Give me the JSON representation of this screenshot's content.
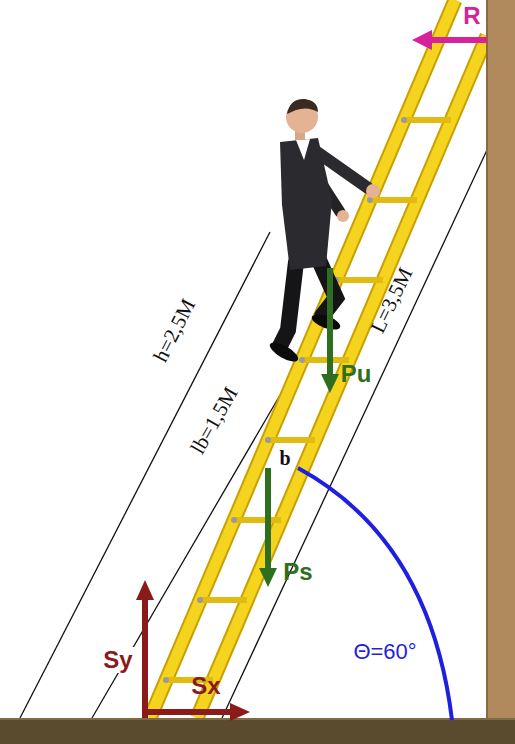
{
  "diagram": {
    "labels": [
      "R",
      "Pu",
      "Ps",
      "b",
      "Sy",
      "Sx",
      "Θ=60°",
      "h=2,5M",
      "lb=1,5M",
      "L=3,5M"
    ]
  }
}
